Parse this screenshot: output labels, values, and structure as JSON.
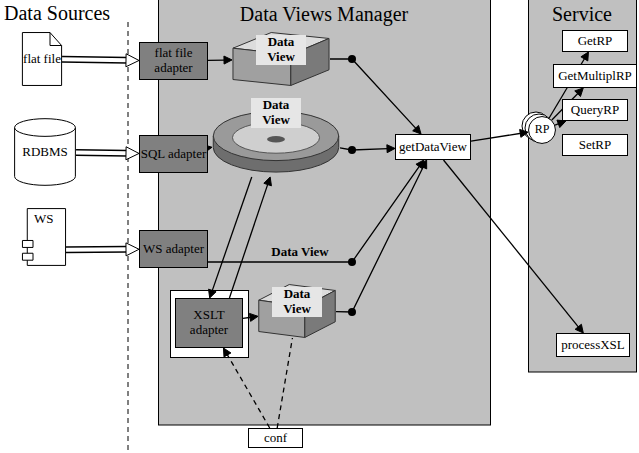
{
  "diagram": {
    "nodes": [
      {
        "text": [
          "Data Views Manager"
        ]
      },
      {
        "text": [
          "Service"
        ]
      },
      {
        "text": [
          "flat file"
        ]
      },
      {
        "text": [
          "RDBMS"
        ]
      },
      {
        "text": [
          "WS"
        ]
      },
      {
        "text": [
          "flat file adapter"
        ],
        "in": 0
      },
      {
        "text": [
          "SQL adapter"
        ],
        "in": 0
      },
      {
        "text": [
          "WS adapter"
        ],
        "in": 0
      },
      {
        "text": [
          "XSLT adapter"
        ],
        "in": 0
      },
      {
        "text": [
          "Data View"
        ],
        "in": 0
      },
      {
        "text": [
          "Data View"
        ],
        "in": 0
      },
      {
        "text": [
          "Data View"
        ],
        "in": 0
      },
      {
        "text": [
          "getDataView"
        ],
        "in": 0
      },
      {
        "text": [
          "conf"
        ]
      },
      {
        "text": [
          "RP"
        ],
        "in": 1
      },
      {
        "text": [
          "GetRP"
        ],
        "in": 1
      },
      {
        "text": [
          "GetMultiplRP"
        ],
        "in": 1
      },
      {
        "text": [
          "QueryRP"
        ],
        "in": 1
      },
      {
        "text": [
          "SetRP"
        ],
        "in": 1
      },
      {
        "text": [
          "processXSL"
        ],
        "in": 1
      }
    ],
    "edges": [
      {
        "from": 2,
        "to": 5,
        "arrow": "to"
      },
      {
        "from": 3,
        "to": 6,
        "arrow": "to"
      },
      {
        "from": 4,
        "to": 7,
        "arrow": "to"
      },
      {
        "from": 5,
        "to": 9,
        "arrow": "to"
      },
      {
        "from": 6,
        "to": 10,
        "arrow": "to"
      },
      {
        "from": 9,
        "to": 12,
        "arrow": "to"
      },
      {
        "from": 10,
        "to": 12,
        "arrow": "to"
      },
      {
        "from": 7,
        "to": 12,
        "label": "Data View",
        "arrow": "to"
      },
      {
        "from": 11,
        "to": 12,
        "arrow": "to"
      },
      {
        "from": 10,
        "to": 8,
        "arrow": "to"
      },
      {
        "from": 8,
        "to": 10,
        "arrow": "to"
      },
      {
        "from": 8,
        "to": 11,
        "arrow": "to"
      },
      {
        "from": 13,
        "to": 8,
        "arrow": "to"
      },
      {
        "from": 13,
        "to": 11,
        "arrow": "none"
      },
      {
        "from": 12,
        "to": 14,
        "arrow": "to"
      },
      {
        "from": 12,
        "to": 19,
        "arrow": "to"
      },
      {
        "from": 14,
        "to": 15,
        "arrow": "to"
      },
      {
        "from": 14,
        "to": 16,
        "arrow": "to"
      },
      {
        "from": 14,
        "to": 17,
        "arrow": "to"
      }
    ],
    "labels": [
      "Data Sources"
    ]
  }
}
